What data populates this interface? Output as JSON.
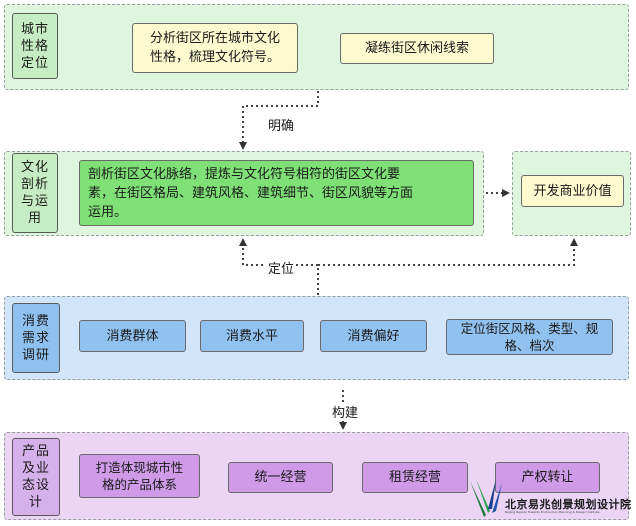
{
  "rows": {
    "positioning": {
      "tag": "城市\n性格\n定位",
      "boxes": [
        "分析街区所在城市文化\n性格，梳理文化符号。",
        "凝练街区休闲线索"
      ]
    },
    "culture": {
      "tag": "文化\n剖析\n与运\n用",
      "main_box": "剖析街区文化脉络，提炼与文化符号相符的街区文化要\n素，在街区格局、建筑风格、建筑细节、街区风貌等方面\n运用。",
      "side_box": "开发商业价值"
    },
    "research": {
      "tag": "消费\n需求\n调研",
      "boxes": [
        "消费群体",
        "消费水平",
        "消费偏好",
        "定位街区风格、类型、规\n格、档次"
      ]
    },
    "product": {
      "tag": "产品\n及业\n态设\n计",
      "boxes": [
        "打造体现城市性\n格的产品体系",
        "统一经营",
        "租赁经营",
        "产权转让"
      ]
    }
  },
  "connectors": {
    "clarify": "明确",
    "position": "定位",
    "build": "构建"
  },
  "watermark": {
    "text": "北京易兆创景规划设计院",
    "subtext": "Beijing Beauty Towards Ecotourism Planning & Design Institute"
  },
  "colors": {
    "green_panel": "#def5de",
    "blue_panel": "#d2e6fb",
    "purple_panel": "#ecd4f5",
    "green_box": "#7ee076",
    "yellow_box": "#fdfad0",
    "blue_box": "#91c2ef",
    "purple_box": "#cf9be8"
  }
}
